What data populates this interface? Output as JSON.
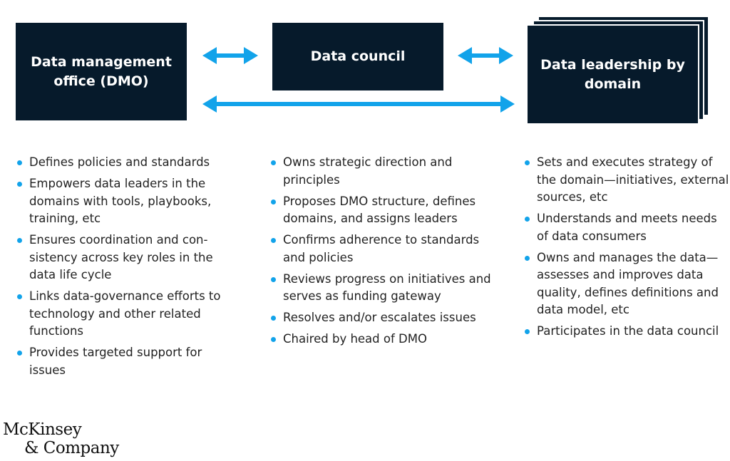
{
  "boxes": {
    "dmo": "Data management office (DMO)",
    "council": "Data council",
    "domain": "Data leadership by domain"
  },
  "columns": {
    "dmo": [
      "Defines policies and standards",
      "Empowers data leaders in the domains with tools, playbooks, training, etc",
      "Ensures coordination and con-sistency across key roles in the data life cycle",
      "Links data-governance efforts to technology and other related functions",
      "Provides targeted support for issues"
    ],
    "council": [
      "Owns strategic direction and principles",
      "Proposes DMO structure, defines domains, and assigns leaders",
      "Confirms adherence to standards and policies",
      "Reviews progress on initiatives and serves as funding gateway",
      "Resolves and/or escalates issues",
      "Chaired by head of DMO"
    ],
    "domain": [
      "Sets and executes strategy of the domain—initiatives, external sources, etc",
      "Understands and meets needs of data consumers",
      "Owns and manages the data—assesses and improves data quality, defines definitions and data model, etc",
      "Participates in the data council"
    ]
  },
  "logo": {
    "line1": "McKinsey",
    "line2": "& Company"
  },
  "colors": {
    "box": "#061a2b",
    "arrow": "#12a3ea",
    "bullet": "#12a3ea",
    "text": "#222222"
  }
}
